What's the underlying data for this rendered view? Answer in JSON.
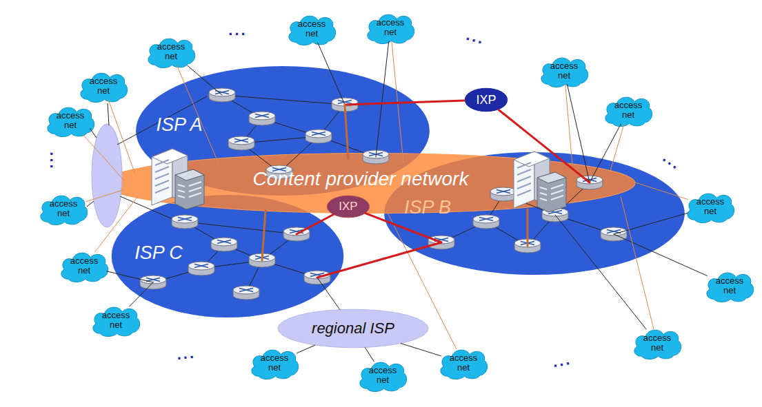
{
  "diagram": {
    "nodes": [
      {
        "text": [
          "ISP A"
        ]
      },
      {
        "text": [
          "ISP B"
        ]
      },
      {
        "text": [
          "ISP C"
        ]
      },
      {
        "text": [
          "Content provider network"
        ]
      },
      {
        "text": [
          "IXP"
        ]
      },
      {
        "text": [
          "IXP"
        ]
      },
      {
        "text": [
          "regional ISP"
        ]
      },
      {
        "text": [
          "access net"
        ]
      },
      {
        "text": [
          "access net"
        ]
      },
      {
        "text": [
          "access net"
        ]
      },
      {
        "text": [
          "access net"
        ]
      },
      {
        "text": [
          "access net"
        ]
      },
      {
        "text": [
          "access net"
        ]
      },
      {
        "text": [
          "access net"
        ]
      },
      {
        "text": [
          "access net"
        ]
      },
      {
        "text": [
          "access net"
        ]
      },
      {
        "text": [
          "access net"
        ]
      },
      {
        "text": [
          "access net"
        ]
      },
      {
        "text": [
          "access net"
        ]
      },
      {
        "text": [
          "access net"
        ]
      },
      {
        "text": [
          "access net"
        ]
      },
      {
        "text": [
          "access net"
        ]
      },
      {
        "text": [
          "access net"
        ]
      }
    ],
    "edges": [
      {
        "from": 7,
        "to": 0,
        "arrow": "none"
      },
      {
        "from": 7,
        "to": 3,
        "arrow": "none"
      },
      {
        "from": 8,
        "to": 0,
        "arrow": "none"
      },
      {
        "from": 9,
        "to": 0,
        "arrow": "none"
      },
      {
        "from": 9,
        "to": 3,
        "arrow": "none"
      },
      {
        "from": 10,
        "to": 3,
        "arrow": "none"
      },
      {
        "from": 11,
        "to": 3,
        "arrow": "none"
      },
      {
        "from": 12,
        "to": 3,
        "arrow": "none"
      },
      {
        "from": 13,
        "to": 2,
        "arrow": "none"
      },
      {
        "from": 13,
        "to": 3,
        "arrow": "none"
      },
      {
        "from": 14,
        "to": 2,
        "arrow": "none"
      },
      {
        "from": 15,
        "to": 6,
        "arrow": "none"
      },
      {
        "from": 16,
        "to": 6,
        "arrow": "none"
      },
      {
        "from": 17,
        "to": 6,
        "arrow": "none"
      },
      {
        "from": 17,
        "to": 3,
        "arrow": "none"
      },
      {
        "from": 18,
        "to": 1,
        "arrow": "none"
      },
      {
        "from": 18,
        "to": 3,
        "arrow": "none"
      },
      {
        "from": 19,
        "to": 1,
        "arrow": "none"
      },
      {
        "from": 19,
        "to": 3,
        "arrow": "none"
      },
      {
        "from": 20,
        "to": 1,
        "arrow": "none"
      },
      {
        "from": 20,
        "to": 3,
        "arrow": "none"
      },
      {
        "from": 21,
        "to": 1,
        "arrow": "none"
      },
      {
        "from": 22,
        "to": 1,
        "arrow": "none"
      },
      {
        "from": 22,
        "to": 3,
        "arrow": "none"
      },
      {
        "from": 6,
        "to": 2,
        "arrow": "none"
      },
      {
        "from": 0,
        "to": 4,
        "arrow": "none"
      },
      {
        "from": 4,
        "to": 1,
        "arrow": "none"
      },
      {
        "from": 5,
        "to": 2,
        "arrow": "none"
      },
      {
        "from": 5,
        "to": 1,
        "arrow": "none"
      },
      {
        "from": 2,
        "to": 1,
        "arrow": "none"
      },
      {
        "from": 0,
        "to": 3,
        "arrow": "none"
      },
      {
        "from": 2,
        "to": 3,
        "arrow": "none"
      },
      {
        "from": 1,
        "to": 3,
        "arrow": "none"
      }
    ],
    "labels": [
      "...",
      "...",
      "...",
      "...",
      "...",
      "..."
    ]
  }
}
